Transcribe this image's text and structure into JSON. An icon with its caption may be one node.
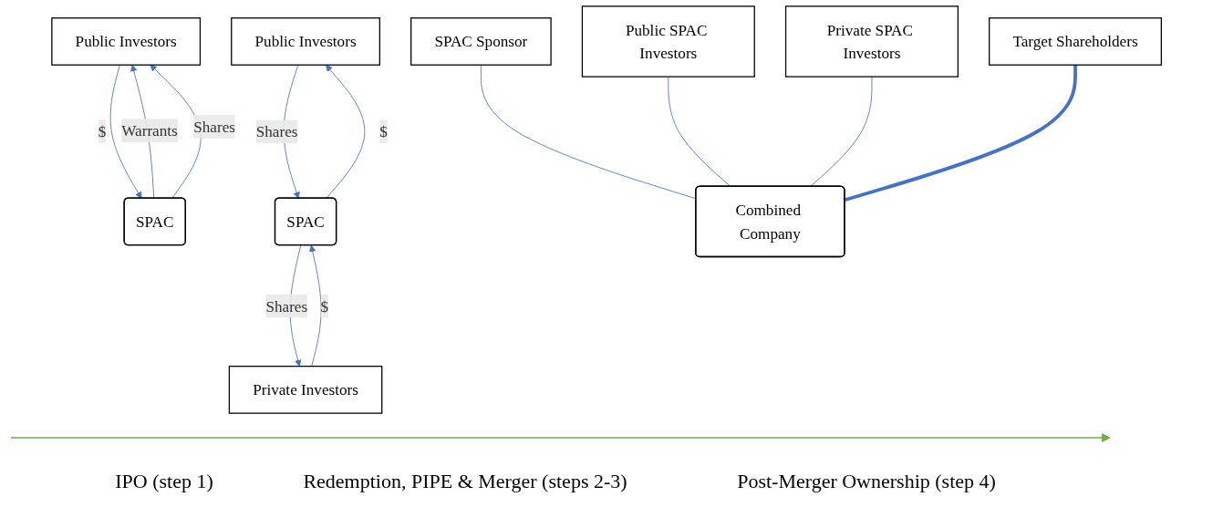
{
  "diagram": {
    "nodes": [
      {
        "text": [
          "Public Investors"
        ]
      },
      {
        "text": [
          "SPAC"
        ]
      },
      {
        "text": [
          "Public Investors"
        ]
      },
      {
        "text": [
          "Private Investors"
        ]
      },
      {
        "text": [
          "SPAC"
        ]
      },
      {
        "text": [
          "SPAC Sponsor"
        ]
      },
      {
        "text": [
          "Public SPAC Investors"
        ]
      },
      {
        "text": [
          "Private SPAC Investors"
        ]
      },
      {
        "text": [
          "Target Shareholders"
        ]
      },
      {
        "text": [
          "Combined Company"
        ]
      }
    ],
    "edges": [
      {
        "from": 0,
        "to": 1,
        "arrow": "to",
        "label": "$"
      },
      {
        "from": 1,
        "to": 0,
        "arrow": "to",
        "label": "Warrants"
      },
      {
        "from": 1,
        "to": 0,
        "arrow": "to",
        "label": "Shares"
      },
      {
        "from": 4,
        "to": 2,
        "arrow": "to",
        "label": "$"
      },
      {
        "from": 2,
        "to": 4,
        "arrow": "to",
        "label": "Shares"
      },
      {
        "from": 3,
        "to": 4,
        "arrow": "to",
        "label": "$"
      },
      {
        "from": 4,
        "to": 3,
        "arrow": "to",
        "label": "Shares"
      },
      {
        "from": 5,
        "to": 9,
        "arrow": "none"
      },
      {
        "from": 6,
        "to": 9,
        "arrow": "none"
      },
      {
        "from": 7,
        "to": 9,
        "arrow": "none"
      },
      {
        "from": 8,
        "to": 9,
        "arrow": "none",
        "style": "thick"
      }
    ],
    "labels": [
      "IPO (step 1)",
      "Redemption, PIPE & Merger (steps 2-3)",
      "Post-Merger Ownership (step 4)"
    ]
  }
}
